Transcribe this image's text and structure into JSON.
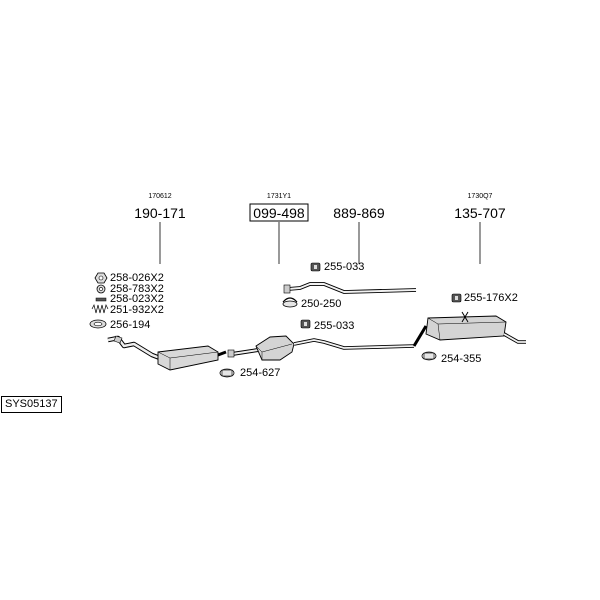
{
  "diagram_id": "SYS05137",
  "groups": [
    {
      "code": "170612",
      "part": "190-171",
      "boxed": false
    },
    {
      "code": "1731Y1",
      "part": "099-498",
      "boxed": true
    },
    {
      "code": "",
      "part": "889-869",
      "boxed": false
    },
    {
      "code": "1730Q7",
      "part": "135-707",
      "boxed": false
    }
  ],
  "fittings": {
    "front_stack": [
      "258-026X2",
      "258-783X2",
      "258-023X2",
      "251-932X2",
      "256-194"
    ],
    "center_pipe_upper": [
      "255-033",
      "250-250"
    ],
    "catalyst": [
      "255-033",
      "254-627"
    ],
    "rear": [
      "255-176X2",
      "254-355"
    ]
  }
}
